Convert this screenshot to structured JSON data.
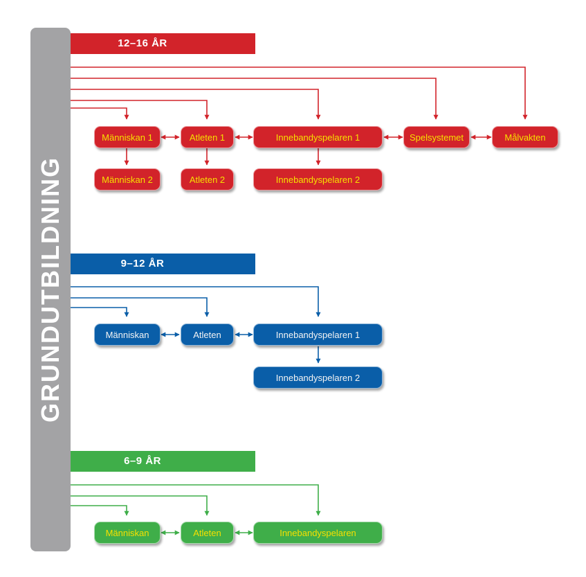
{
  "colors": {
    "red": "#d2232a",
    "blue": "#0a5ea8",
    "green": "#3fae49",
    "sidebar": "#a3a3a5",
    "red_text": "#f6e000",
    "green_text": "#f6e000",
    "blue_text": "#f4f4f4"
  },
  "sidebar": {
    "label": "GRUNDUTBILDNING"
  },
  "bands": {
    "band_12_16": {
      "label": "12–16 ÅR"
    },
    "band_9_12": {
      "label": "9–12 ÅR"
    },
    "band_6_9": {
      "label": "6–9 ÅR"
    }
  },
  "nodes": {
    "r_manniskan1": "Människan 1",
    "r_atleten1": "Atleten 1",
    "r_innebandy1": "Innebandyspelaren 1",
    "r_spelsystemet": "Spelsystemet",
    "r_malvakten": "Målvakten",
    "r_manniskan2": "Människan 2",
    "r_atleten2": "Atleten 2",
    "r_innebandy2": "Innebandyspelaren 2",
    "b_manniskan": "Människan",
    "b_atleten": "Atleten",
    "b_innebandy1": "Innebandyspelaren 1",
    "b_innebandy2": "Innebandyspelaren 2",
    "g_manniskan": "Människan",
    "g_atleten": "Atleten",
    "g_innebandy": "Innebandyspelaren"
  }
}
